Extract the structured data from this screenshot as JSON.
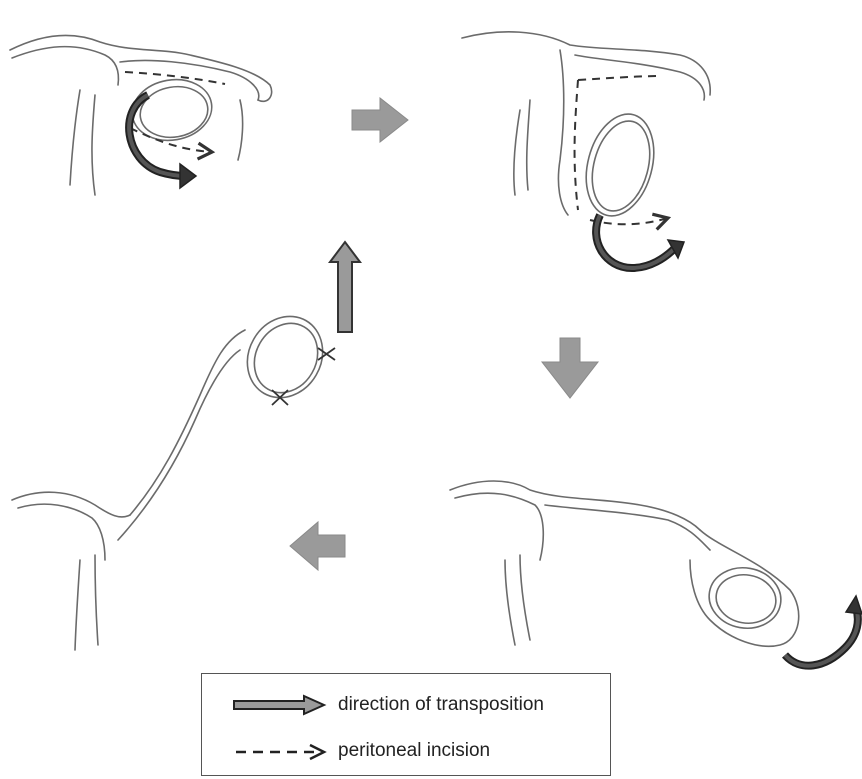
{
  "legend": {
    "items": [
      {
        "label": "direction of transposition",
        "symbol": "hollow-arrow"
      },
      {
        "label": "peritoneal incision",
        "symbol": "dashed-arrow"
      }
    ]
  },
  "colors": {
    "sketch_line": "#6b6b6b",
    "flow_arrow_fill": "#9a9a9a",
    "curved_arrow": "#333333"
  }
}
